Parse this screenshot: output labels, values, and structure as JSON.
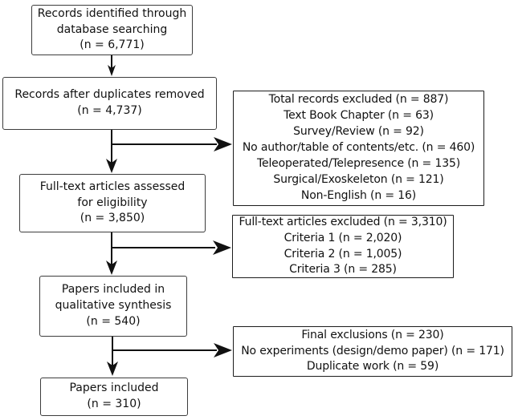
{
  "diagram": {
    "boxes": {
      "identified": {
        "lines": [
          "Records identified through",
          "database searching",
          "(n = 6,771)"
        ]
      },
      "deduplicated": {
        "lines": [
          "Records after duplicates removed",
          "(n = 4,737)"
        ]
      },
      "fulltext": {
        "lines": [
          "Full-text articles assessed",
          "for eligibility",
          "(n = 3,850)"
        ]
      },
      "qualitative": {
        "lines": [
          "Papers included in",
          "qualitative synthesis",
          "(n = 540)"
        ]
      },
      "included": {
        "lines": [
          "Papers included",
          "(n = 310)"
        ]
      },
      "excluded_records": {
        "lines": [
          "Total records excluded (n = 887)",
          "Text Book Chapter (n = 63)",
          "Survey/Review (n = 92)",
          "No author/table of contents/etc. (n = 460)",
          "Teleoperated/Telepresence (n = 135)",
          "Surgical/Exoskeleton (n = 121)",
          "Non-English (n = 16)"
        ]
      },
      "excluded_fulltext": {
        "lines": [
          "Full-text articles excluded (n = 3,310)",
          "Criteria 1 (n = 2,020)",
          "Criteria 2 (n = 1,005)",
          "Criteria 3 (n = 285)"
        ]
      },
      "final_exclusions": {
        "lines": [
          "Final exclusions (n = 230)",
          "No experiments (design/demo paper) (n = 171)",
          "Duplicate work (n = 59)"
        ]
      }
    },
    "colors": {
      "border_main": "#3d3d3d",
      "border_side": "#1c1c1c",
      "text": "#111111",
      "arrow": "#111111",
      "background": "#ffffff"
    }
  }
}
